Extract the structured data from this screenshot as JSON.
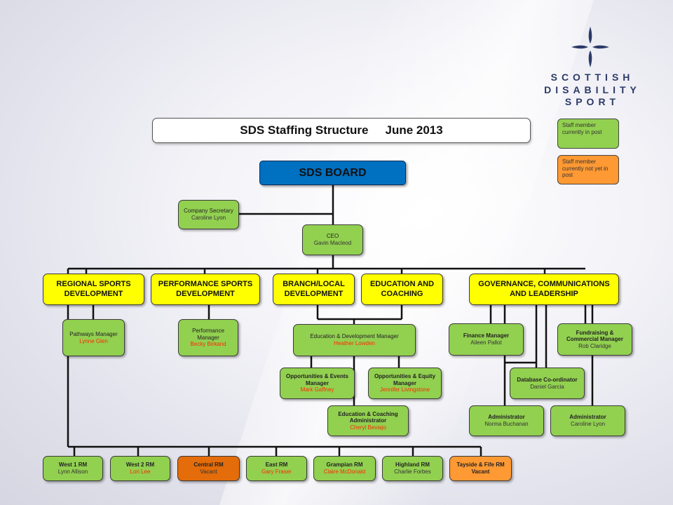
{
  "title": {
    "left": "SDS Staffing Structure",
    "right": "June 2013"
  },
  "logo": {
    "lines": [
      "SCOTTISH",
      "DISABILITY",
      "SPORT"
    ],
    "color": "#2b3a67"
  },
  "legend": {
    "in_post": "Staff member currently in post",
    "not_in_post": "Staff member currently not yet in post"
  },
  "board": {
    "label": "SDS BOARD"
  },
  "company_secretary": {
    "title": "Company Secretary",
    "name": "Caroline Lyon"
  },
  "ceo": {
    "title": "CEO",
    "name": "Gavin Macleod"
  },
  "departments": {
    "regional": "REGIONAL SPORTS DEVELOPMENT",
    "performance": "PERFORMANCE SPORTS DEVELOPMENT",
    "branch": "BRANCH/LOCAL DEVELOPMENT",
    "education": "EDUCATION AND COACHING",
    "governance": "GOVERNANCE, COMMUNICATIONS AND LEADERSHIP"
  },
  "staff": {
    "pathways": {
      "title": "Pathways Manager",
      "name": "Lynne Glen"
    },
    "performance_mgr": {
      "title": "Performance Manager",
      "name": "Becky Birkand"
    },
    "edu_dev_mgr": {
      "title": "Education & Development Manager",
      "name": "Heather Lowden"
    },
    "opp_events": {
      "title": "Opportunities & Events Manager",
      "name": "Mark Gaffney"
    },
    "opp_equity": {
      "title": "Opportunities & Equity Manager",
      "name": "Jennifer Livingstone"
    },
    "edu_coach_admin": {
      "title": "Education & Coaching Administrator",
      "name": "Cheryl Beviajo"
    },
    "finance": {
      "title": "Finance Manager",
      "name": "Aileen Pallot"
    },
    "fundraising": {
      "title": "Fundraising & Commercial Manager",
      "name": "Rob Claridge"
    },
    "database": {
      "title": "Database Co-ordinator",
      "name": "Daniel Garcia"
    },
    "admin1": {
      "title": "Administrator",
      "name": "Norma Buchanan"
    },
    "admin2": {
      "title": "Administrator",
      "name": "Caroline Lyon"
    }
  },
  "regions": [
    {
      "title": "West 1 RM",
      "name": "Lynn Allison"
    },
    {
      "title": "West 2 RM",
      "name": "Lori Lee"
    },
    {
      "title": "Central RM",
      "name": "Vacant"
    },
    {
      "title": "East RM",
      "name": "Gary Fraser"
    },
    {
      "title": "Grampian RM",
      "name": "Claire McDonald"
    },
    {
      "title": "Highland RM",
      "name": "Charlie Forbes"
    },
    {
      "title": "Tayside & Fife RM",
      "name": "Vacant"
    }
  ],
  "colors": {
    "in_post": "#92d050",
    "not_in_post": "#ff9933",
    "vacant": "#e46c0a",
    "department": "#ffff00",
    "board": "#0070c0",
    "new_staff_name": "#ff2a00"
  }
}
